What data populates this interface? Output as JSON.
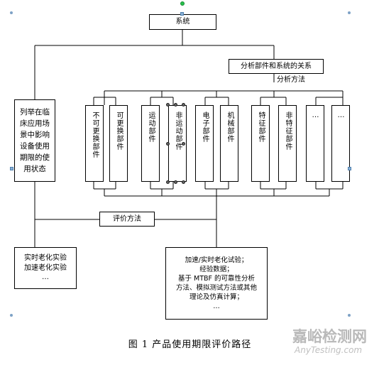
{
  "diagram": {
    "root_label": "系统",
    "relation_label": "分析部件和系统的关系",
    "analysis_method_label": "分析方法",
    "left_box_label": "列举在临床应用场景中影响设备使用期限的使用状态",
    "eval_method_label": "评价方法",
    "components": [
      "不可更换部件",
      "可更换部件",
      "运动部件",
      "非运动部件",
      "电子部件",
      "机械部件",
      "特征部件",
      "非特征部件",
      "…",
      "…"
    ],
    "bottom_left_lines": [
      "实时老化实验",
      "加速老化实验",
      "…"
    ],
    "bottom_right_lines": [
      "加速/实时老化试验；",
      "经验数据；",
      "基于 MTBF 的可靠性分析",
      "方法、模拟测试方法或其他",
      "理论及仿真计算；",
      "…"
    ]
  },
  "caption": "图 1  产品使用期限评价路径",
  "watermark": {
    "cn": "嘉峪检测网",
    "en": "AnyTesting.com"
  },
  "colors": {
    "line": "#000000",
    "handle": "#8ab2d6",
    "rotate_handle": "#27c24c",
    "watermark": "#b9b9b9"
  }
}
